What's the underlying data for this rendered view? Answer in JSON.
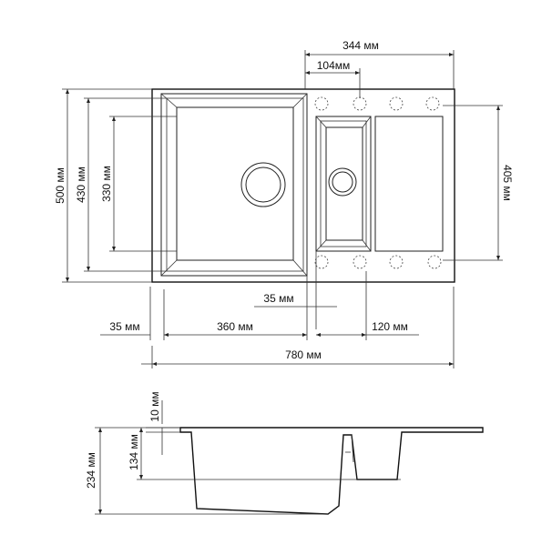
{
  "dimensions": {
    "overall_width": "780 мм",
    "overall_height": "500 мм",
    "right_block_width": "344 мм",
    "small_offset": "104мм",
    "bowl_height_430": "430 мм",
    "bowl_height_330": "330 мм",
    "right_height": "405 мм",
    "left_margin": "35 мм",
    "bowl_width": "360 мм",
    "gap": "35 мм",
    "small_bowl_width": "120 мм",
    "thickness": "10 мм",
    "depth_small": "134 мм",
    "depth_total": "234 мм"
  }
}
